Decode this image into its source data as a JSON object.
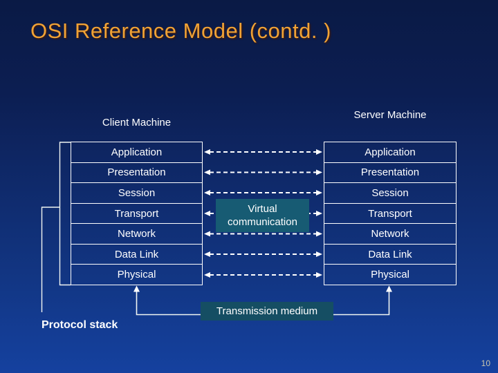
{
  "slide": {
    "title": "OSI Reference Model (contd. )",
    "page_number": "10",
    "colors": {
      "background_top": "#0A1A45",
      "background_bottom": "#15419F",
      "title_text": "#F0A235",
      "box_border": "#FFFFFF",
      "connector_lines": "#FFFFFF",
      "virtual_communication_background": "#175B73",
      "transmission_medium_background": "#154E63",
      "page_number_text": "#C9C6AE"
    }
  },
  "diagram": {
    "client_label": "Client Machine",
    "server_label": "Server Machine",
    "layers": [
      "Application",
      "Presentation",
      "Session",
      "Transport",
      "Network",
      "Data Link",
      "Physical"
    ],
    "virtual_communication_label": "Virtual communication",
    "transmission_medium_label": "Transmission medium",
    "protocol_stack_label": "Protocol stack"
  }
}
